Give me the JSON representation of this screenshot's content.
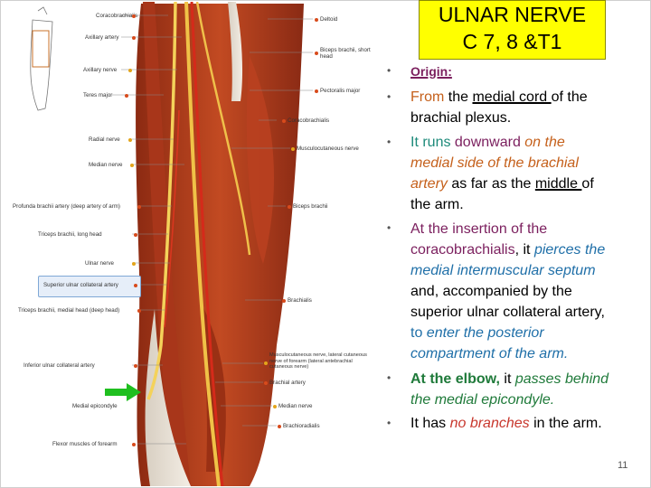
{
  "title": {
    "line1": "ULNAR NERVE",
    "line2": "C 7, 8 &T1"
  },
  "figure": {
    "labels_right": [
      "Coracobrachialis",
      "Deltoid",
      "Axillary artery",
      "Biceps brachii, short head",
      "Axillary nerve",
      "Teres major",
      "Pectoralis major",
      "Coracobrachialis",
      "Radial nerve",
      "Musculocutaneous nerve",
      "Median nerve",
      "Biceps brachii",
      "Brachialis"
    ],
    "labels_left": [
      "Profunda brachii artery (deep artery of arm)",
      "Triceps brachii, long head",
      "Ulnar nerve",
      "Superior ulnar collateral artery",
      "Triceps brachii, medial head (deep head)",
      "Inferior ulnar collateral artery",
      "Medial epicondyle",
      "Flexor muscles of forearm"
    ],
    "labels_bottom_right": [
      "Musculocutaneous nerve, lateral cutaneous nerve of forearm (lateral antebrachial cutaneous nerve)",
      "Brachial artery",
      "Median nerve",
      "Brachioradialis"
    ],
    "highlight_color": "#e6eef9",
    "arrow_color": "#1fbf1f"
  },
  "bullets": {
    "b1": {
      "label": "Origin:"
    },
    "b2": {
      "p1": "From",
      "p2": " the ",
      "p3": "medial cord ",
      "p4": "of the",
      "line2": "brachial plexus."
    },
    "b3": {
      "l1a": "It runs ",
      "l1b": "downward ",
      "l1c": "on the",
      "l2": "medial side of the brachial",
      "l3a": "artery",
      "l3b": " as far as the ",
      "l3c": "middle ",
      "l3d": "of",
      "l4": "the arm."
    },
    "b4": {
      "l1": "At the insertion of the",
      "l2a": "coracobrachialis",
      "l2b": ", it  ",
      "l2c": "pierces the",
      "l3": "medial  intermuscular septum",
      "l4": "and, accompanied by the",
      "l5": "superior ulnar collateral artery,",
      "l6a": "to ",
      "l6b": "enter  the posterior",
      "l7": "compartment of the arm."
    },
    "b5": {
      "l1a": "At the elbow,",
      "l1b": " it  ",
      "l1c": "passes behind",
      "l2": "the medial epicondyle."
    },
    "b6": {
      "a": "It  has ",
      "b": "no branches",
      "c": " in the arm."
    }
  },
  "page_number": "11"
}
